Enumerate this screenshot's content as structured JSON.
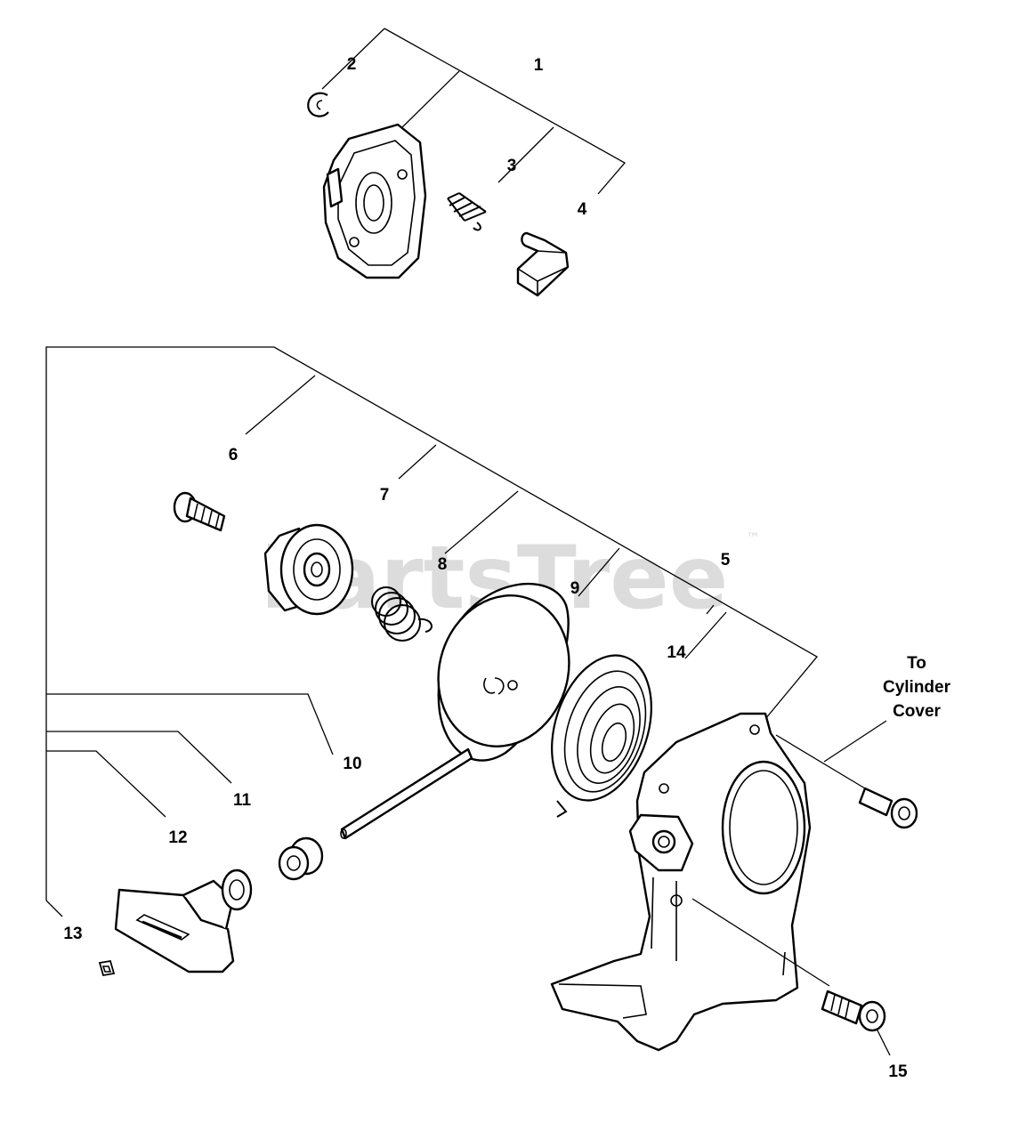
{
  "watermark": {
    "text": "PartsTree",
    "trademark": "™"
  },
  "callouts": [
    {
      "number": "1"
    },
    {
      "number": "2"
    },
    {
      "number": "3"
    },
    {
      "number": "4"
    },
    {
      "number": "5"
    },
    {
      "number": "6"
    },
    {
      "number": "7"
    },
    {
      "number": "8"
    },
    {
      "number": "9"
    },
    {
      "number": "10"
    },
    {
      "number": "11"
    },
    {
      "number": "12"
    },
    {
      "number": "13"
    },
    {
      "number": "14"
    },
    {
      "number": "15"
    }
  ],
  "note": {
    "lines": [
      "To",
      "Cylinder",
      "Cover"
    ]
  }
}
